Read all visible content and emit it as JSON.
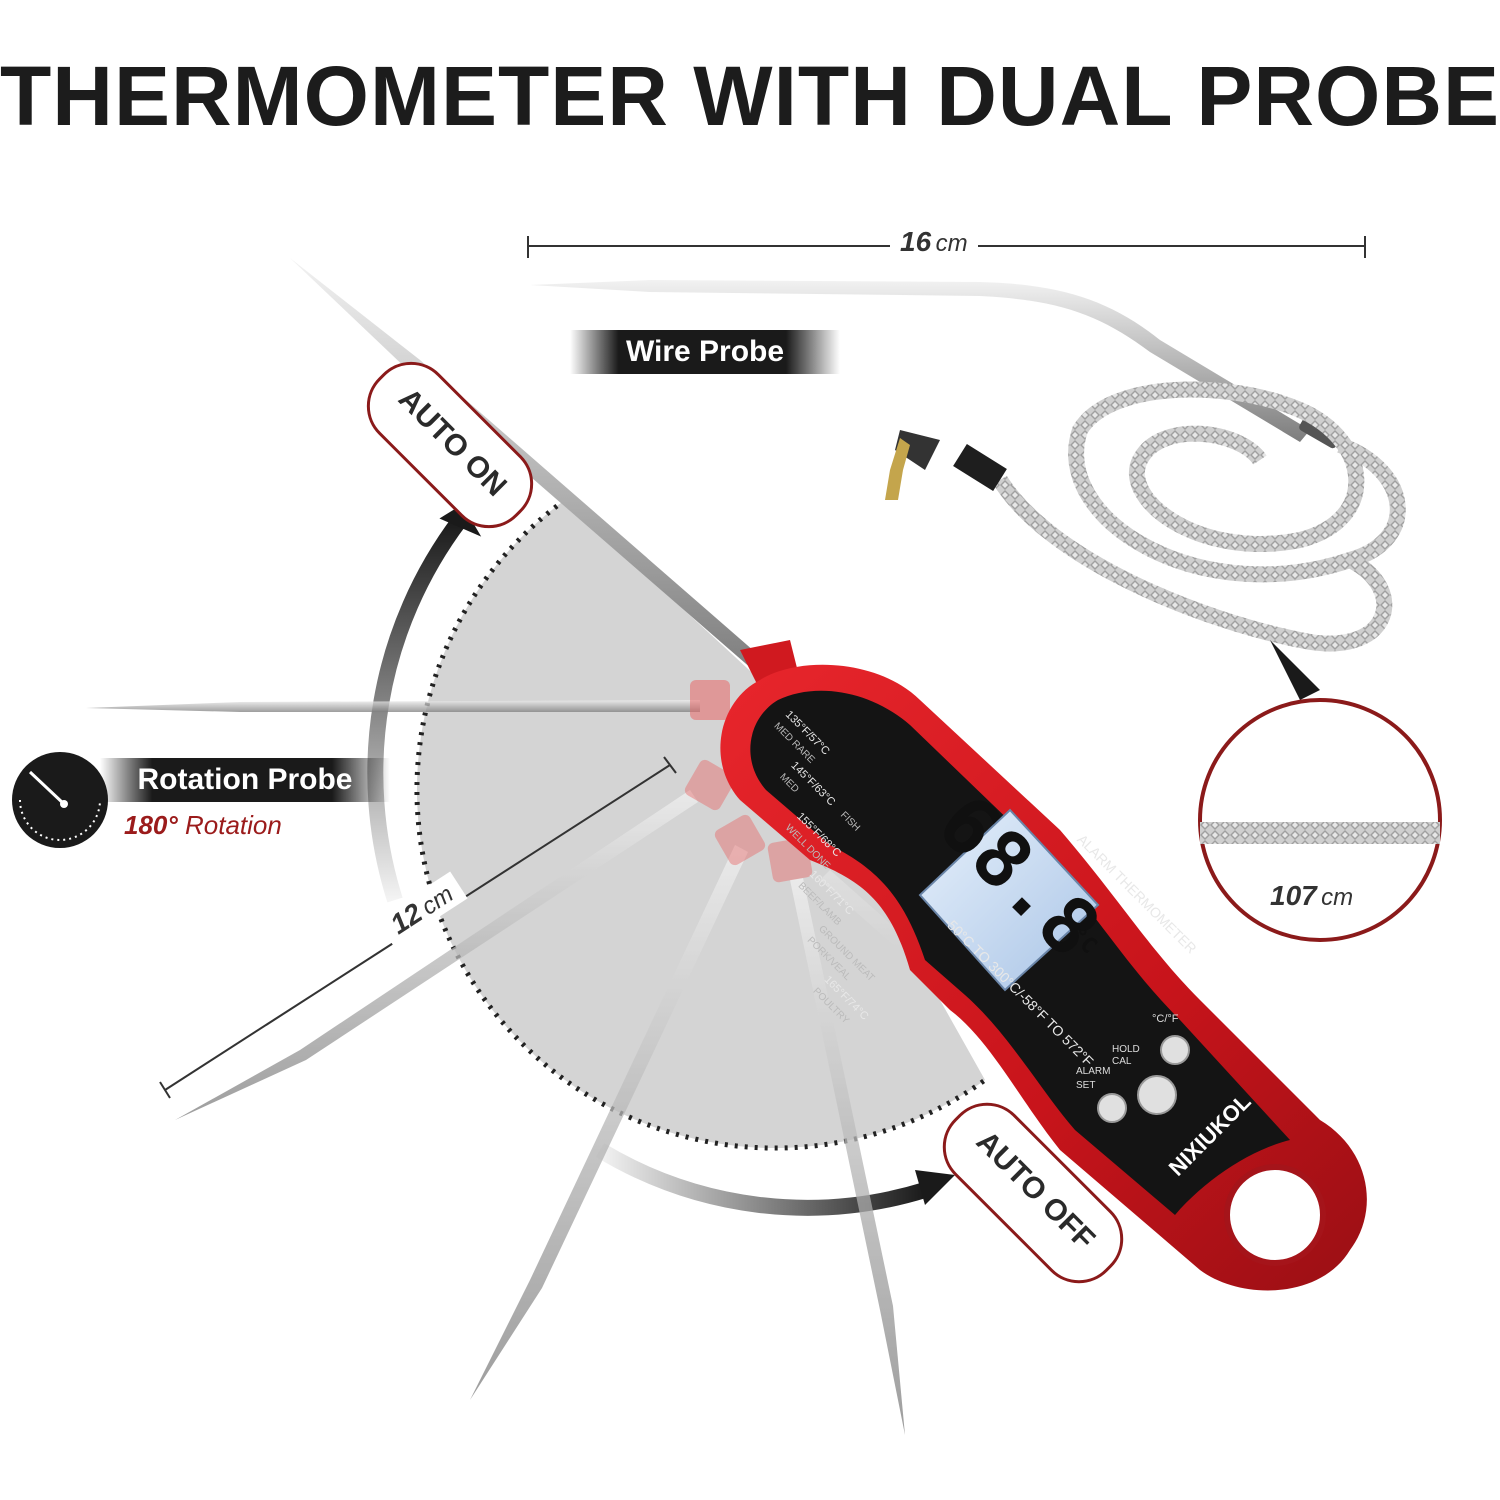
{
  "title": "THERMOMETER WITH DUAL PROBE",
  "wire_probe": {
    "label": "Wire Probe",
    "length_value": "16",
    "length_unit": "cm",
    "cable_value": "107",
    "cable_unit": "cm"
  },
  "rotation_probe": {
    "label": "Rotation Probe",
    "rotation_value": "180°",
    "rotation_text": "Rotation",
    "length_value": "12",
    "length_unit": "cm"
  },
  "auto_on": "AUTO ON",
  "auto_off": "AUTO OFF",
  "device": {
    "brand": "NIXIUKOL",
    "model_text": "ALARM THERMOMETER",
    "range_text": "-50°C TO 300°C/-58°F TO 572°F",
    "display_value": "68.8",
    "display_unit": "°C",
    "buttons": {
      "unit": "°C/°F",
      "hold": "HOLD",
      "cal": "CAL",
      "alarm": "ALARM",
      "set": "SET"
    },
    "doneness": [
      {
        "temp": "135°F/57°C",
        "label": "MED RARE"
      },
      {
        "temp": "145°F/63°C",
        "label": "MED"
      },
      {
        "temp": "FISH",
        "label": ""
      },
      {
        "temp": "155°F/68°C",
        "label": "WELL DONE"
      },
      {
        "temp": "160°F/71°C",
        "label": "BEEF/LAMB"
      },
      {
        "temp": "GROUND MEAT",
        "label": "PORK/VEAL"
      },
      {
        "temp": "165°F/74°C",
        "label": "POULTRY"
      }
    ]
  },
  "colors": {
    "body_red": "#d0191f",
    "dark_red": "#8b1a1a",
    "label_bg": "#1a1a1a",
    "lcd_blue": "#c8dcf4",
    "accent_text": "#9b1b1b"
  }
}
